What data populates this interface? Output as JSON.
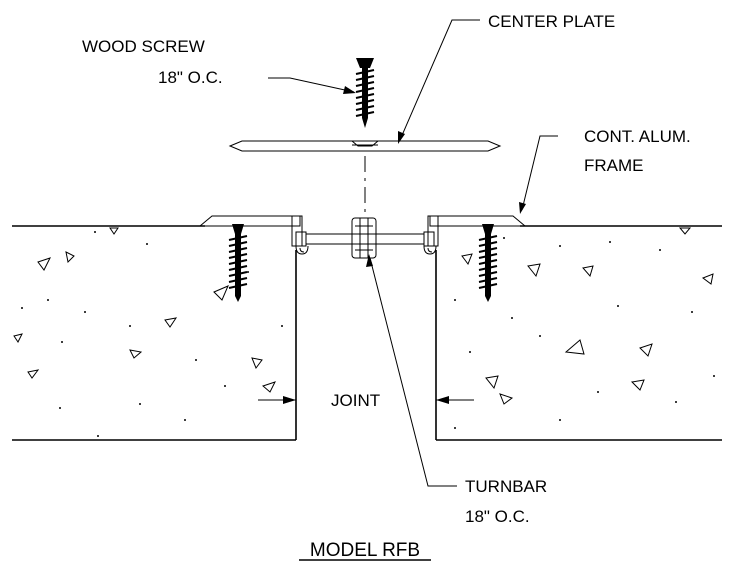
{
  "labels": {
    "wood_screw": "WOOD SCREW",
    "wood_screw_spacing": "18\" O.C.",
    "center_plate": "CENTER PLATE",
    "frame_line1": "CONT. ALUM.",
    "frame_line2": "FRAME",
    "joint": "JOINT",
    "turnbar": "TURNBAR",
    "turnbar_spacing": "18\" O.C."
  },
  "title": "MODEL RFB"
}
